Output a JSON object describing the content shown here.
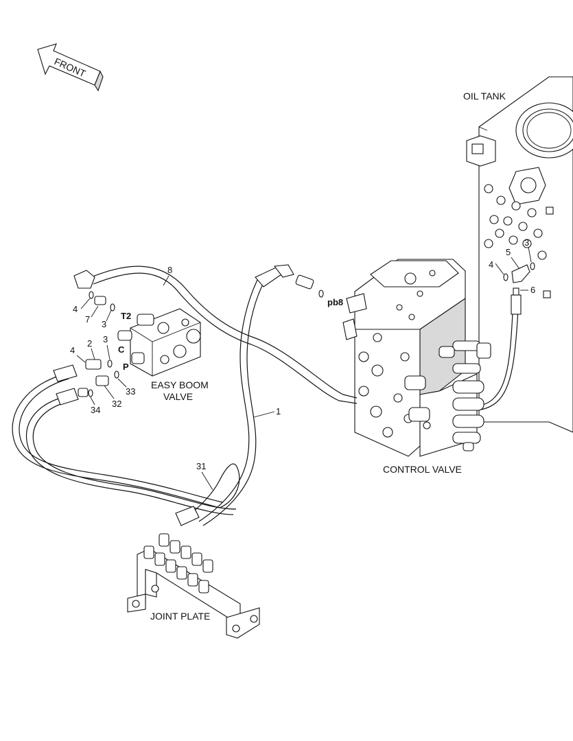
{
  "front_arrow": {
    "label": "FRONT"
  },
  "components": {
    "oil_tank": "OIL TANK",
    "easy_boom_valve_line1": "EASY BOOM",
    "easy_boom_valve_line2": "VALVE",
    "control_valve": "CONTROL VALVE",
    "joint_plate": "JOINT PLATE"
  },
  "port_labels": {
    "t2": "T2",
    "c": "C",
    "p": "P",
    "pb8": "pb8"
  },
  "callouts": {
    "c1": "1",
    "c8": "8",
    "c31": "31",
    "c4a": "4",
    "c7": "7",
    "c3a": "3",
    "c2": "2",
    "c3b": "3",
    "c4b": "4",
    "c33": "33",
    "c32": "32",
    "c34": "34",
    "c4c": "4",
    "c5": "5",
    "c3c": "3",
    "c6": "6"
  }
}
